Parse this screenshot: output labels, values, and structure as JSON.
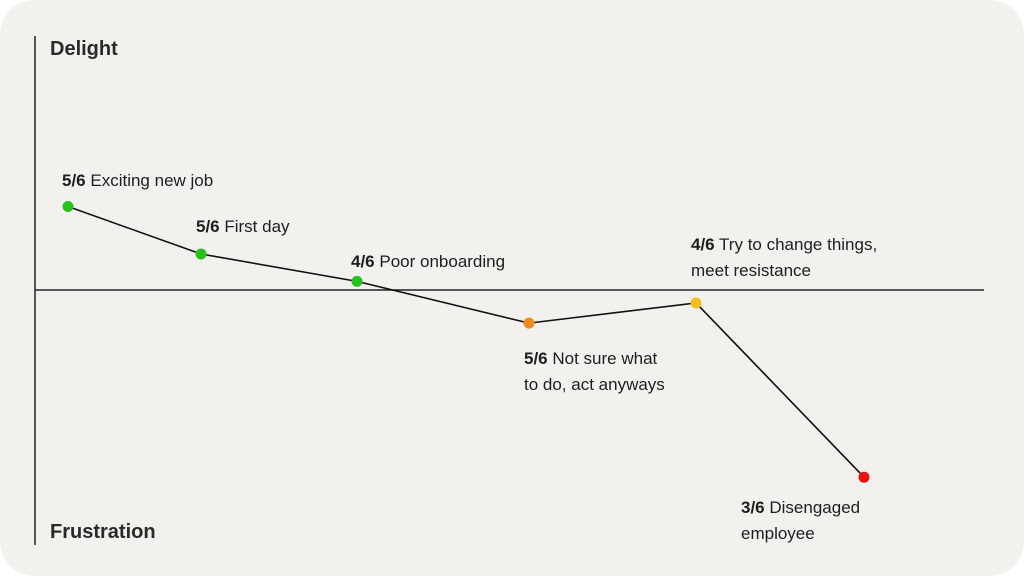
{
  "chart_data": {
    "type": "line",
    "y_top_label": "Delight",
    "y_bottom_label": "Frustration",
    "points": [
      {
        "score": "5/6",
        "label": [
          "Exciting new job"
        ],
        "y": 0.58,
        "color": "#27c21d"
      },
      {
        "score": "5/6",
        "label": [
          "First day"
        ],
        "y": 0.25,
        "color": "#27c21d"
      },
      {
        "score": "4/6",
        "label": [
          "Poor onboarding"
        ],
        "y": 0.06,
        "color": "#27c21d"
      },
      {
        "score": "5/6",
        "label": [
          "Not sure what",
          "to do, act anyways"
        ],
        "y": -0.23,
        "color": "#f08a1c"
      },
      {
        "score": "4/6",
        "label": [
          "Try to change things,",
          "meet resistance"
        ],
        "y": -0.09,
        "color": "#f2c01e"
      },
      {
        "score": "3/6",
        "label": [
          "Disengaged",
          "employee"
        ],
        "y": -1.3,
        "color": "#ee1111"
      }
    ],
    "ylim": [
      -1.7,
      1.8
    ],
    "grid": false
  }
}
